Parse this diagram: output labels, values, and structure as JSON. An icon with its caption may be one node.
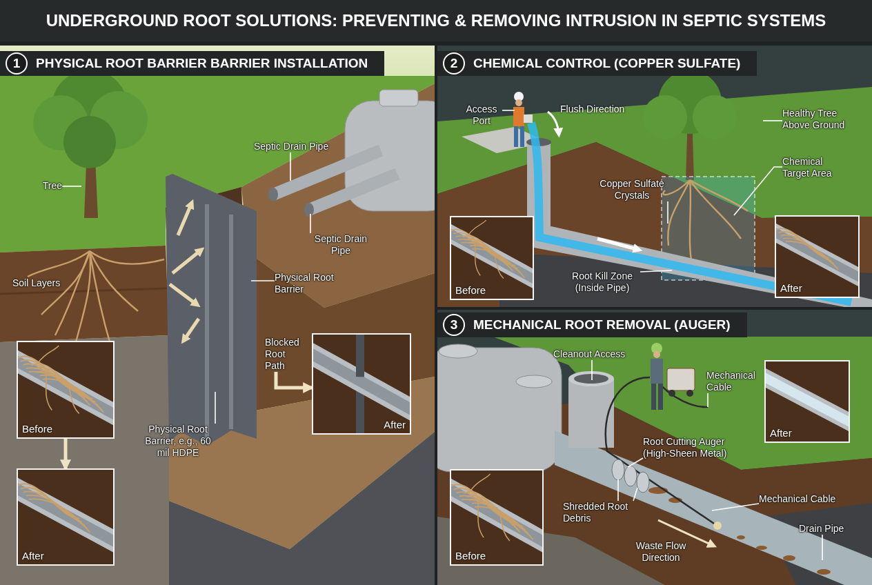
{
  "diagram": {
    "title": "UNDERGROUND ROOT SOLUTIONS: PREVENTING & REMOVING INTRUSION IN SEPTIC SYSTEMS",
    "nodes": [
      {
        "text": [
          "1",
          "PHYSICAL ROOT BARRIER BARRIER INSTALLATION"
        ]
      },
      {
        "text": [
          "Septic Drain Pipe"
        ],
        "in": 0
      },
      {
        "text": [
          "Tree"
        ],
        "in": 0
      },
      {
        "text": [
          "Septic Drain Pipe"
        ],
        "in": 0
      },
      {
        "text": [
          "Physical Root Barrier"
        ],
        "in": 0
      },
      {
        "text": [
          "Blocked Root Path"
        ],
        "in": 0
      },
      {
        "text": [
          "After"
        ],
        "in": 0
      },
      {
        "text": [
          "Before"
        ],
        "in": 0
      },
      {
        "text": [
          "Physical Root Barrier, e.g., 60 mil HDPE"
        ],
        "in": 0
      },
      {
        "text": [
          "After"
        ],
        "in": 0
      },
      {
        "text": [
          "2",
          "CHEMICAL CONTROL (COPPER SULFATE)"
        ]
      },
      {
        "text": [
          "Access Port"
        ],
        "in": 10
      },
      {
        "text": [
          "Healthy Tree Above Ground"
        ],
        "in": 10
      },
      {
        "text": [
          "Chemical Target Area"
        ],
        "in": 10
      },
      {
        "text": [
          "Copper Sulfate Crystals"
        ],
        "in": 10
      },
      {
        "text": [
          "Before"
        ],
        "in": 10
      },
      {
        "text": [
          "After"
        ],
        "in": 10
      },
      {
        "text": [
          "Root Kill Zone (Inside Pipe)"
        ],
        "in": 10
      },
      {
        "text": [
          "3",
          "MECHANICAL ROOT REMOVAL (AUGER)"
        ]
      },
      {
        "text": [
          "Cleanout Access"
        ],
        "in": 18
      },
      {
        "text": [
          "Mechanical Cable"
        ],
        "in": 18
      },
      {
        "text": [
          "After"
        ],
        "in": 18
      },
      {
        "text": [
          "Root Cutting Auger (High-Sheen Metal)"
        ],
        "in": 18
      },
      {
        "text": [
          "Shredded Root Debris"
        ],
        "in": 18
      },
      {
        "text": [
          "Before"
        ],
        "in": 18
      },
      {
        "text": [
          "Mechanical Cable"
        ],
        "in": 18
      },
      {
        "text": [
          "Drain Pipe"
        ],
        "in": 18
      }
    ],
    "edges": [
      {
        "from": 1,
        "to": null,
        "arrow": "none"
      },
      {
        "from": 2,
        "to": null,
        "arrow": "none"
      },
      {
        "from": 3,
        "to": null,
        "arrow": "none"
      },
      {
        "from": 4,
        "to": null,
        "arrow": "none"
      },
      {
        "from": 5,
        "to": 6,
        "arrow": "to",
        "style": "thick",
        "color": "#efe3c4"
      },
      {
        "from": 7,
        "to": 9,
        "arrow": "to",
        "style": "thick",
        "color": "#efe3c4"
      },
      {
        "from": 8,
        "to": null,
        "arrow": "none"
      },
      {
        "from": 11,
        "to": null,
        "arrow": "none"
      },
      {
        "from": 12,
        "to": null,
        "arrow": "none"
      },
      {
        "from": 13,
        "to": null,
        "arrow": "none"
      },
      {
        "from": 14,
        "to": null,
        "arrow": "none"
      },
      {
        "from": 17,
        "to": null,
        "arrow": "none"
      },
      {
        "from": 19,
        "to": null,
        "arrow": "none"
      },
      {
        "from": 20,
        "to": null,
        "arrow": "none"
      },
      {
        "from": 22,
        "to": null,
        "arrow": "none"
      },
      {
        "from": 23,
        "to": null,
        "arrow": "none"
      },
      {
        "from": 23,
        "to": null,
        "arrow": "none"
      },
      {
        "from": 25,
        "to": null,
        "arrow": "none"
      },
      {
        "from": 26,
        "to": null,
        "arrow": "none"
      }
    ],
    "labels": [
      "Soil Layers",
      "Flush Direction",
      "Waste Flow Direction"
    ]
  }
}
